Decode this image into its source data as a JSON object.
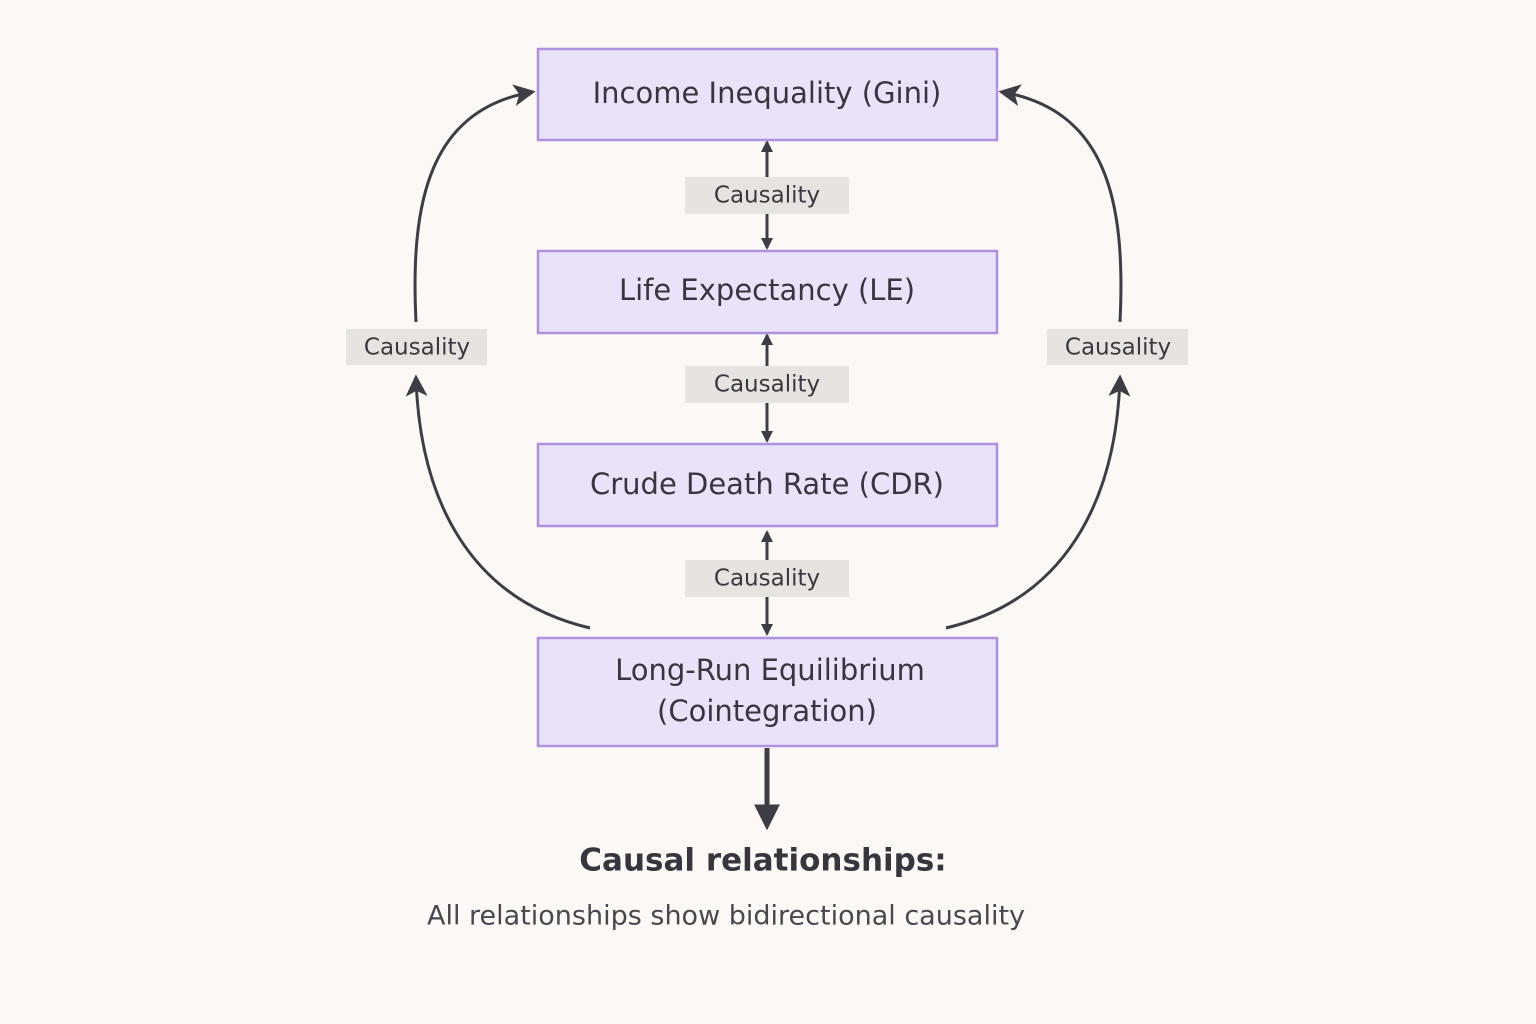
{
  "nodes": {
    "gini": "Income Inequality (Gini)",
    "le": "Life Expectancy (LE)",
    "cdr": "Crude Death Rate (CDR)",
    "lre_line1": "Long-Run Equilibrium",
    "lre_line2": "(Cointegration)"
  },
  "edge_labels": {
    "gini_le": "Causality",
    "le_cdr": "Causality",
    "cdr_lre": "Causality",
    "left_arc": "Causality",
    "right_arc": "Causality"
  },
  "caption": {
    "title": "Causal relationships:",
    "body": "All relationships show bidirectional causality"
  },
  "colors": {
    "background": "#fcf8f5",
    "node_fill": "#e9e3fa",
    "node_stroke": "#ad92e0",
    "edge": "#3e3c44",
    "label_fill": "#e6e4e1"
  }
}
